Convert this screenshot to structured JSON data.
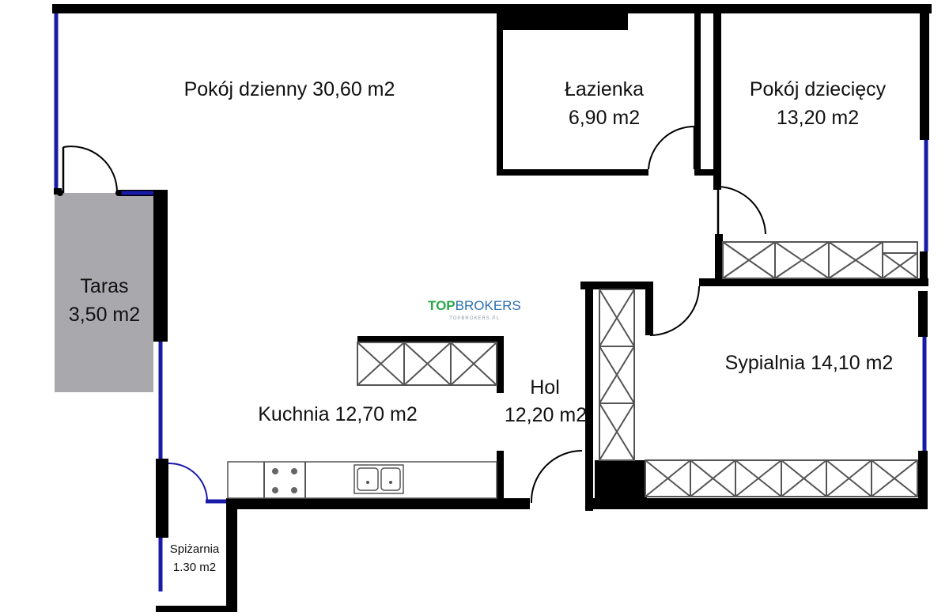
{
  "rooms": {
    "living": {
      "line1": "Pokój dzienny 30,60 m2"
    },
    "bathroom": {
      "line1": "Łazienka",
      "line2": "6,90 m2"
    },
    "kids": {
      "line1": "Pokój dziecięcy",
      "line2": "13,20 m2"
    },
    "terrace": {
      "line1": "Taras",
      "line2": "3,50 m2"
    },
    "bedroom": {
      "line1": "Sypialnia 14,10 m2"
    },
    "kitchen": {
      "line1": "Kuchnia 12,70 m2"
    },
    "hall": {
      "line1": "Hol",
      "line2": "12,20 m2"
    },
    "pantry": {
      "line1": "Spiżarnia",
      "line2": "1.30 m2"
    }
  },
  "watermark": {
    "top": "TOP",
    "brokers": "BROKERS",
    "sub": "TOPBROKERS.PL"
  },
  "colors": {
    "wall": "#000000",
    "window": "#1a1aa8",
    "terrace": "#a9a9ad",
    "logo_green": "#2aa84a",
    "logo_blue": "#2a6fb0"
  }
}
